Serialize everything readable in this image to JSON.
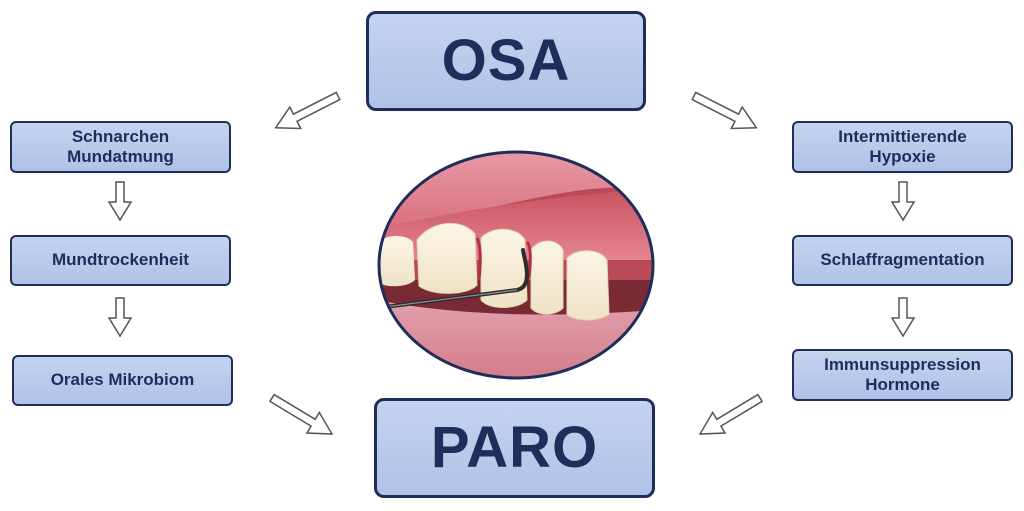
{
  "title_top": "OSA",
  "title_bottom": "PARO",
  "left_column": [
    {
      "line1": "Schnarchen",
      "line2": "Mundatmung"
    },
    {
      "line1": "Mundtrockenheit",
      "line2": ""
    },
    {
      "line1": "Orales Mikrobiom",
      "line2": ""
    }
  ],
  "right_column": [
    {
      "line1": "Intermittierende",
      "line2": "Hypoxie"
    },
    {
      "line1": "Schlaffragmentation",
      "line2": ""
    },
    {
      "line1": "Immunsuppression",
      "line2": "Hormone"
    }
  ],
  "colors": {
    "box_fill": "#b8c8ea",
    "border": "#1f2d5a",
    "text": "#1f2d5a",
    "arrow": "#555555"
  }
}
